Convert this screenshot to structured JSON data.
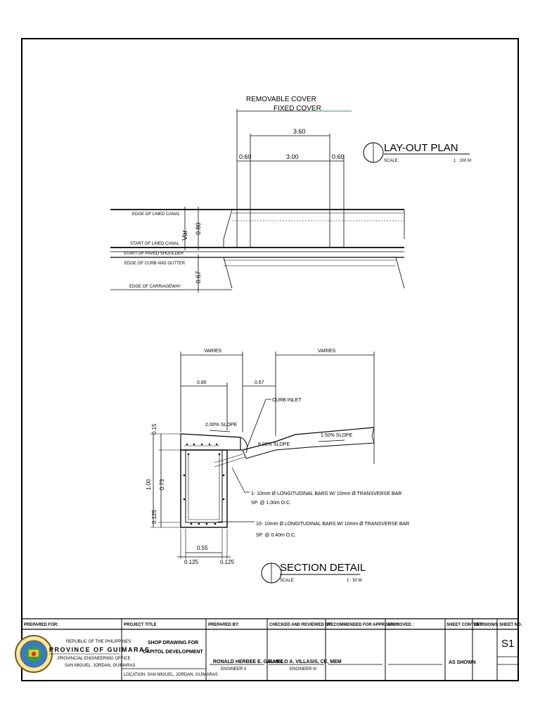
{
  "layout_plan": {
    "label_removable_cover": "REMOVABLE COVER",
    "label_fixed_cover": "FIXED COVER",
    "dim_total": "3.60",
    "dim_left": "0.60",
    "dim_middle": "3.00",
    "dim_right": "0.60",
    "title": "LAY-OUT PLAN",
    "scale_label": "SCALE:",
    "scale_value": "1 : 100 M",
    "label_edge_lined_canal": "EDGE OF LINED CANAL",
    "label_start_lined_canal": "START OF LINED CANAL",
    "label_start_paved_shoulder": "START OF PAVED SHOULDER",
    "label_edge_curb_gutter": "EDGE OF CURB AND GUTTER",
    "label_edge_carriageway": "EDGE OF CARRIAGEWAY",
    "dim_var": "Var",
    "dim_canal_width": "0.80",
    "dim_gutter_width": "0.67"
  },
  "section_detail": {
    "dim_varies_left": "VARIES",
    "dim_varies_right": "VARIES",
    "dim_canal": "0.80",
    "dim_gutter": "0.67",
    "label_curb_inlet": "CURB INLET",
    "slope_cover": "2.00% SLOPE",
    "slope_gutter": "8.00% SLOPE",
    "slope_road": "1.50% SLOPE",
    "dim_top_slab": "0.15",
    "dim_height_total": "1.00",
    "dim_wall_height": "0.73",
    "dim_base": "0.125",
    "dim_inner_width": "0.55",
    "dim_wall_left": "0.125",
    "dim_wall_right": "0.125",
    "note_bars_1_line1": "1- 10mm Ø LONGITUDINAL BARS W/ 10mm Ø TRANSVERSE BAR",
    "note_bars_1_line2": "SP. @ 1.00m O.C.",
    "note_bars_2_line1": "10- 10mm Ø LONGITUDINAL BARS W/ 10mm Ø TRANSVERSE BAR",
    "note_bars_2_line2": "SP. @ 0.40m O.C.",
    "title": "SECTION DETAIL",
    "scale_label": "SCALE:",
    "scale_value": "1 : 50 M"
  },
  "title_block": {
    "prepared_for_label": "PREPARED FOR:",
    "republic": "REPUBLIC OF THE PHILIPPINES",
    "province": "PROVINCE OF GUIMARAS",
    "office": "PROVINCIAL ENGINEERING OFFICE",
    "office_address": "SAN MIGUEL, JORDAN, GUIMARAS",
    "project_title_label": "PROJECT TITLE",
    "project_title_line1": "SHOP DRAWING FOR",
    "project_title_line2": "CAPITOL DEVELOPMENT",
    "location": "LOCATION: SAN MIGUEL, JORDAN, GUIMARAS",
    "prepared_by_label": "PREPARED BY:",
    "prepared_by_name": "RONALD HERBEE E. GALVEZ",
    "prepared_by_role": "ENGINEER II",
    "checked_by_label": "CHECKED AND REVIEWED BY:",
    "checked_by_name": "RAMILO A. VILLASIS, CE, MEM",
    "checked_by_role": "ENGINEER III",
    "recommended_label": "RECOMMENDED FOR APPROVAL :",
    "approved_label": "APPROVED :",
    "sheet_content_label": "SHEET CONTENT:",
    "sheet_content_value": "AS SHOWN",
    "revision_label": "REVISION/S",
    "sheet_no_label": "SHEET NO.",
    "sheet_no_value": "S1"
  }
}
